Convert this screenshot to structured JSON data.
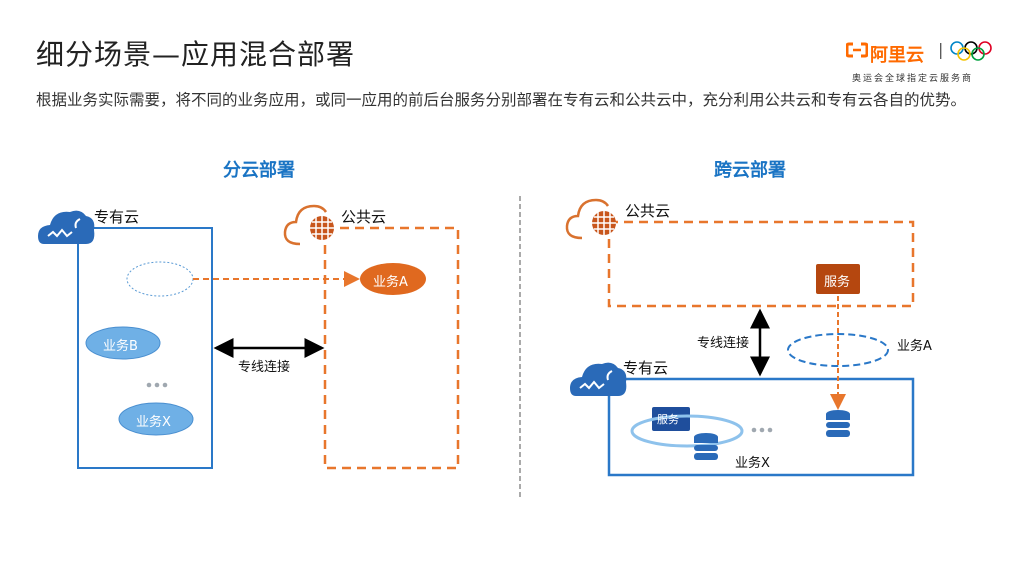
{
  "header": {
    "title": "细分场景—应用混合部署",
    "description": "根据业务实际需要，将不同的业务应用，或同一应用的前后台服务分别部署在专有云和公共云中，充分利用公共云和专有云各自的优势。"
  },
  "logo": {
    "brand": "阿里云",
    "separator": "|",
    "tagline": "奥运会全球指定云服务商",
    "colors": {
      "brand": "#ff6a00",
      "ring_blue": "#0085c7",
      "ring_yellow": "#f4c300",
      "ring_black": "#000000",
      "ring_green": "#009f3d",
      "ring_red": "#df0024"
    }
  },
  "left_diagram": {
    "title": "分云部署",
    "private_cloud_label": "专有云",
    "public_cloud_label": "公共云",
    "connection_label": "专线连接",
    "apps_private": [
      "业务B",
      "业务X"
    ],
    "app_public": "业务A",
    "ellipsis": "•••"
  },
  "right_diagram": {
    "title": "跨云部署",
    "public_cloud_label": "公共云",
    "private_cloud_label": "专有云",
    "connection_label": "专线连接",
    "public_service": "服务",
    "private_service": "服务",
    "app_a_label": "业务A",
    "app_x_label": "业务X",
    "ellipsis": "•••"
  },
  "colors": {
    "private_blue": "#2a6ab8",
    "private_light": "#6fb0e6",
    "public_orange": "#e8762c",
    "service_brown": "#b5470f",
    "section_title": "#1a74c4",
    "divider": "#aaaaaa"
  }
}
